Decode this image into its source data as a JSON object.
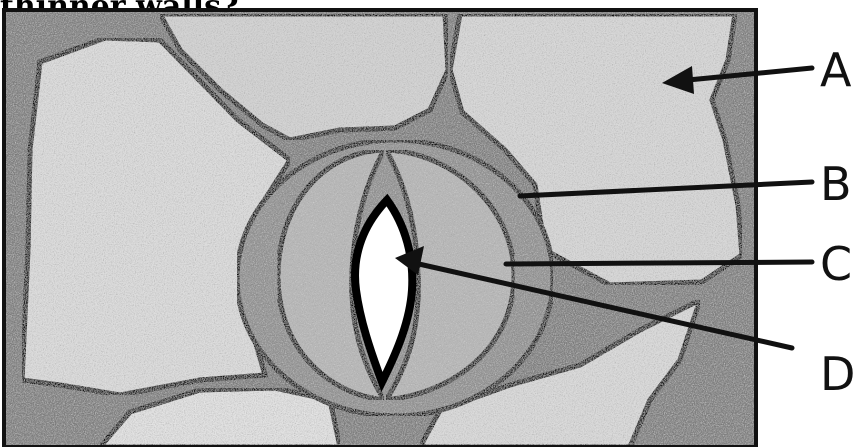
{
  "heading": "thinner walls?",
  "labels": {
    "a": "A",
    "b": "B",
    "c": "C",
    "d": "D"
  }
}
